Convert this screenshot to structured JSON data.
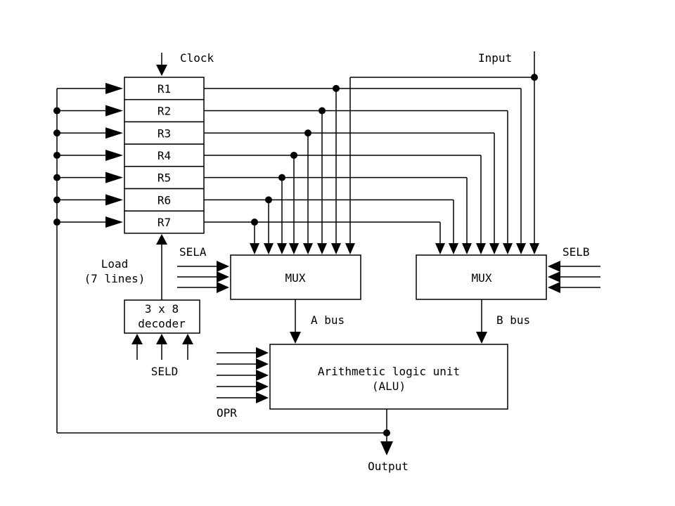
{
  "labels": {
    "clock": "Clock",
    "input": "Input",
    "sela": "SELA",
    "selb": "SELB",
    "load_line1": "Load",
    "load_line2": "(7 lines)",
    "decoder_line1": "3 x 8",
    "decoder_line2": "decoder",
    "seld": "SELD",
    "mux_a": "MUX",
    "mux_b": "MUX",
    "a_bus": "A bus",
    "b_bus": "B bus",
    "alu_line1": "Arithmetic logic unit",
    "alu_line2": "(ALU)",
    "opr": "OPR",
    "output": "Output"
  },
  "registers": [
    "R1",
    "R2",
    "R3",
    "R4",
    "R5",
    "R6",
    "R7"
  ]
}
